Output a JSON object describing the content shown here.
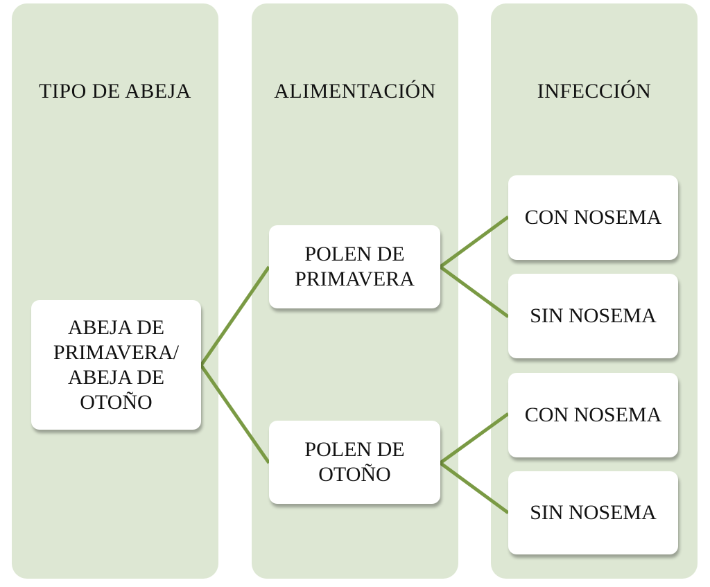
{
  "columns": [
    {
      "title": "TIPO DE ABEJA"
    },
    {
      "title": "ALIMENTACIÓN"
    },
    {
      "title": "INFECCIÓN"
    }
  ],
  "nodes": {
    "root": "ABEJA DE\nPRIMAVERA/\nABEJA DE\nOTOÑO",
    "pollen_spring": "POLEN DE\nPRIMAVERA",
    "pollen_autumn": "POLEN DE\nOTOÑO",
    "spring_with": "CON NOSEMA",
    "spring_without": "SIN NOSEMA",
    "autumn_with": "CON NOSEMA",
    "autumn_without": "SIN NOSEMA"
  },
  "colors": {
    "column_bg": "#dde7d3",
    "connector": "#7a9a44"
  }
}
